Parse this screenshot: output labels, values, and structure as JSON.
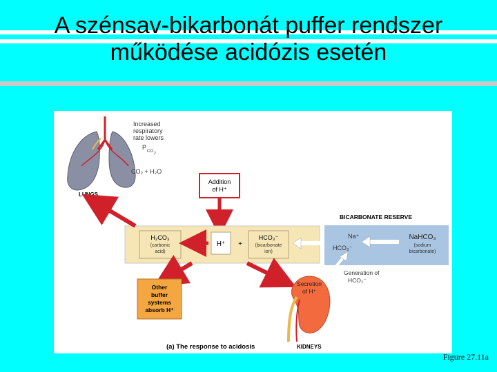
{
  "slide": {
    "title_line1": "A szénsav-bikarbonát puffer rendszer",
    "title_line2": "működése acidózis esetén",
    "caption": "Figure 27.11a"
  },
  "diagram": {
    "lungs_label": "LUNGS",
    "respiratory_note": [
      "Increased",
      "respiratory",
      "rate lowers",
      "P",
      "CO",
      "2"
    ],
    "co2_h2o": "CO₂ + H₂O",
    "addition_h": [
      "Addition",
      "of H⁺"
    ],
    "bicarb_reserve": "BICARBONATE RESERVE",
    "h2co3": "H₂CO₃",
    "carbonic_acid": [
      "(carbonic",
      "acid)"
    ],
    "h_ion": "H⁺",
    "plus": "+",
    "hco3": "HCO₃⁻",
    "bicarbonate_ion": [
      "(bicarbonate",
      "ion)"
    ],
    "na_plus": "Na⁺",
    "hco3_reserve": "HCO₃⁻",
    "nahco3": "NaHCO₃",
    "sodium_bicarbonate": [
      "(sodium",
      "bicarbonate)"
    ],
    "generation": [
      "Generation of",
      "HCO₃⁻"
    ],
    "other_buffers": [
      "Other",
      "buffer",
      "systems",
      "absorb H⁺"
    ],
    "secretion": [
      "Secretion",
      "of H⁺"
    ],
    "kidneys_label": "KIDNEYS",
    "response": "(a) The response to acidosis",
    "colors": {
      "arrow_red": "#d0202a",
      "tan_box": "#f7e6b5",
      "orange_box": "#f4a640",
      "blue_box": "#a9c5e2",
      "kidney": "#f26a3e"
    }
  }
}
